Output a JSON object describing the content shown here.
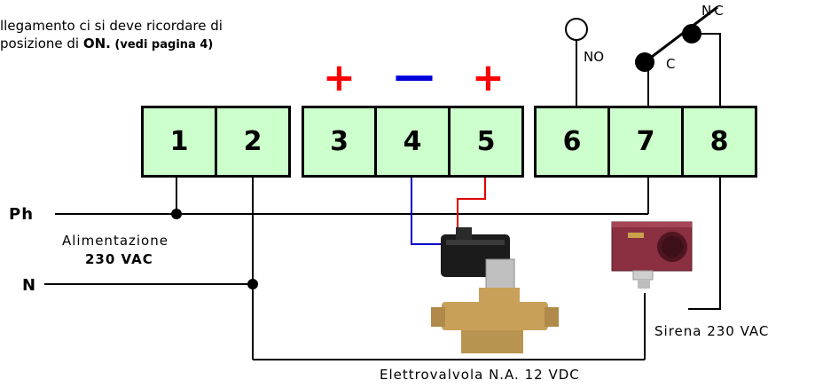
{
  "note": {
    "line1": "llegamento ci si deve ricordare di",
    "line2_prefix": "posizione di ",
    "line2_bold": "ON.",
    "line2_suffix": " (vedi pagina 4)"
  },
  "polarity": {
    "plus_left": "+",
    "minus": "—",
    "plus_right": "+",
    "colors": {
      "plus": "#ff0000",
      "minus": "#0000dd"
    }
  },
  "terminals": [
    "1",
    "2",
    "3",
    "4",
    "5",
    "6",
    "7",
    "8"
  ],
  "terminal_fill": "#ccffcc",
  "relay": {
    "no": "NO",
    "c": "C",
    "nc": "NC"
  },
  "lines": {
    "phase": "Ph",
    "neutral": "N"
  },
  "power": {
    "label": "Alimentazione",
    "voltage": "230 VAC"
  },
  "siren": {
    "label": "Sirena 230 VAC"
  },
  "valve": {
    "label": "Elettrovalvola N.A. 12 VDC"
  },
  "wire_colors": {
    "negative": "#0000cc",
    "positive": "#dd0000"
  }
}
